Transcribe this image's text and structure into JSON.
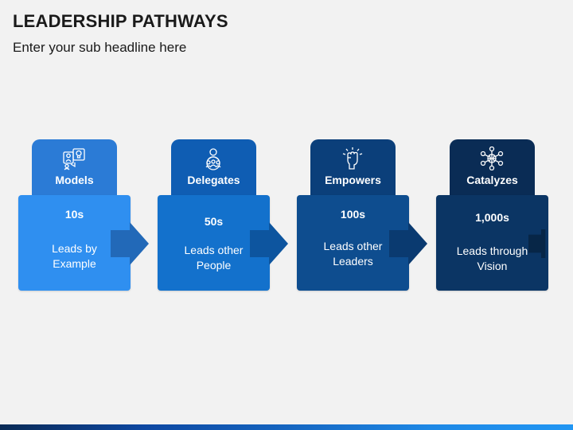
{
  "header": {
    "title": "LEADERSHIP PATHWAYS",
    "subtitle": "Enter your sub headline here"
  },
  "steps": [
    {
      "label": "Models",
      "count": "10s",
      "desc": [
        "Leads by",
        "Example"
      ],
      "icon": "idea-people-icon",
      "tab_color": "#2b7bd6",
      "card_color": "#2f8ff0",
      "arrow_color": "#2269b8"
    },
    {
      "label": "Delegates",
      "count": "50s",
      "desc": [
        "Leads other",
        "People"
      ],
      "icon": "team-icon",
      "tab_color": "#0f5db3",
      "card_color": "#1371cc",
      "arrow_color": "#0d559f"
    },
    {
      "label": "Empowers",
      "count": "100s",
      "desc": [
        "Leads other",
        "Leaders"
      ],
      "icon": "raised-fist-icon",
      "tab_color": "#0b3f7a",
      "card_color": "#0e4d8f",
      "arrow_color": "#0a3a70"
    },
    {
      "label": "Catalyzes",
      "count": "1,000s",
      "desc": [
        "Leads through",
        "Vision"
      ],
      "icon": "network-icon",
      "tab_color": "#0a2c55",
      "card_color": "#0b3564",
      "arrow_color": "#072647"
    }
  ],
  "colors": {
    "background": "#f2f2f2",
    "title_text": "#1a1a1a"
  }
}
